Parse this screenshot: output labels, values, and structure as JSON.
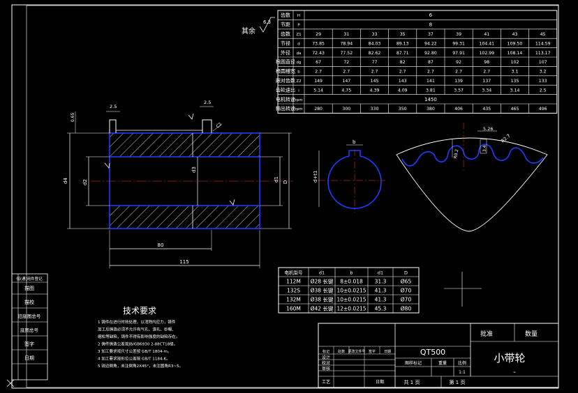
{
  "top_table": {
    "rows": [
      {
        "label": "齿数",
        "sym": "H",
        "merged": "6"
      },
      {
        "label": "节距",
        "sym": "P",
        "merged": "8"
      },
      {
        "label": "齿数",
        "sym": "Z1",
        "values": [
          "29",
          "31",
          "33",
          "35",
          "37",
          "39",
          "41",
          "43",
          "45"
        ]
      },
      {
        "label": "节径",
        "sym": "d",
        "values": [
          "73.85",
          "78.94",
          "84.03",
          "89.13",
          "94.22",
          "99.31",
          "104.41",
          "109.50",
          "114.59"
        ]
      },
      {
        "label": "外径",
        "sym": "da",
        "values": [
          "72.43",
          "77.52",
          "82.62",
          "87.71",
          "92.80",
          "97.91",
          "102.99",
          "108.14",
          "113.17"
        ]
      },
      {
        "label": "根圆直径",
        "sym": "dg",
        "values": [
          "67",
          "72",
          "77",
          "82",
          "87",
          "92",
          "98",
          "102",
          "107"
        ]
      },
      {
        "label": "根圆槽宽",
        "sym": "b",
        "values": [
          "2.7",
          "2.7",
          "2.7",
          "2.7",
          "2.7",
          "2.7",
          "2.7",
          "3.1",
          "3.2"
        ]
      },
      {
        "label": "跟对齿数",
        "sym": "Z2",
        "values": [
          "149",
          "147",
          "145",
          "143",
          "141",
          "139",
          "137",
          "135",
          "133"
        ]
      },
      {
        "label": "齿轮速比",
        "sym": "i",
        "values": [
          "5.14",
          "4.75",
          "4.39",
          "4.09",
          "3.81",
          "3.57",
          "3.34",
          "3.14",
          "2.5"
        ]
      },
      {
        "label": "电机转速",
        "sym": "rpm",
        "merged": "1450"
      },
      {
        "label": "输出转速",
        "sym": "rpm",
        "values": [
          "280",
          "300",
          "330",
          "350",
          "380",
          "406",
          "435",
          "465",
          "496"
        ]
      }
    ]
  },
  "annotations": {
    "roughness_rest": "其余",
    "dim_06_5": "0.65",
    "dim_2_5_left": "2.5",
    "dim_2_5_right": "2.5",
    "dim_d1_shaft": "d1",
    "dim_d3": "d3",
    "dim_d2": "d2",
    "dim_d4": "d4",
    "dim_D": "D",
    "dim_d1_right": "d1",
    "dim_80": "80",
    "dim_115": "115",
    "dim_b": "b",
    "dim_d_t1": "d+t1",
    "dim_5_26": "5.26",
    "dim_r2_7": "R2.7",
    "dim_0_2": "R0.2",
    "dim_3_4": "3.4"
  },
  "mid_table": {
    "headers": [
      "电机型号",
      "d1",
      "b",
      "d1",
      "D"
    ],
    "rows": [
      [
        "112M",
        "Ø28 长键",
        "8±0.018",
        "31.3",
        "Ø65"
      ],
      [
        "132S",
        "Ø38 长键",
        "10±0.0215",
        "41.3",
        "Ø70"
      ],
      [
        "132M",
        "Ø38 长键",
        "10±0.0215",
        "41.3",
        "Ø70"
      ],
      [
        "160M",
        "Ø42 长键",
        "12±0.0215",
        "45.3",
        "Ø80"
      ]
    ]
  },
  "tech": {
    "title": "技术要求",
    "items": [
      "1 铸件在进行时效处理，以消除内应力，铸件",
      "加工后铸造必须不允许有气孔、渣孔、砂眼、",
      "缩松等缺陷，铸件不得有影响强度的缺陷存在。",
      "2 铸件铸造公差按JB/GB6930 2-88CT18级。",
      "3 加工要求按尺寸公差按 GB/T 1804-m。",
      "4 加工要求按形位公差按 GB/T 1184-K。",
      "5 锐边倒角，未注倒角2X45°，未注圆角R3~5。"
    ]
  },
  "title_block": {
    "material": "QT500",
    "part_name": "小带轮",
    "approve": "批准",
    "qty_label": "数量",
    "scale_val": "1:1",
    "total_sheets": "共 1 页",
    "sheet_no": "第 1 页",
    "labels": [
      "图样标记",
      "重量",
      "比例"
    ],
    "left_labels": [
      "设计",
      "校对",
      "审核",
      "工艺"
    ],
    "date_label": "日期",
    "header_cells": [
      "标记",
      "处数",
      "更改文件号",
      "签字",
      "日期"
    ],
    "dash": "-"
  },
  "left_strip": {
    "items": [
      "借(通)用件登记",
      "描图",
      "描校",
      "旧底图总号",
      "底图总号",
      "签字",
      "日期"
    ]
  }
}
